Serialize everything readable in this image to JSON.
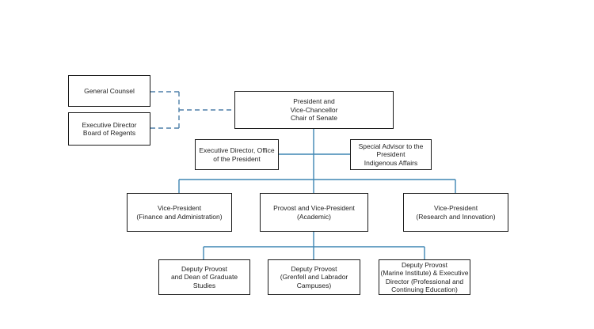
{
  "colors": {
    "solid_line": "#3f86b3",
    "dashed_line": "#4d7fa8",
    "box_border": "#1a1a1a",
    "text": "#222222"
  },
  "nodes": {
    "general_counsel": {
      "lines": [
        "General Counsel"
      ]
    },
    "exec_director_regents": {
      "lines": [
        "Executive Director",
        "Board of Regents"
      ]
    },
    "president": {
      "lines": [
        "President and",
        "Vice-Chancellor",
        "Chair of Senate"
      ]
    },
    "exec_director_office": {
      "lines": [
        "Executive Director, Office",
        "of the President"
      ]
    },
    "special_advisor": {
      "lines": [
        "Special Advisor to the",
        "President",
        "Indigenous Affairs"
      ]
    },
    "vp_finance": {
      "lines": [
        "Vice-President",
        "(Finance and Administration)"
      ]
    },
    "provost": {
      "lines": [
        "Provost and Vice-President",
        "(Academic)"
      ]
    },
    "vp_research": {
      "lines": [
        "Vice-President",
        "(Research and Innovation)"
      ]
    },
    "deputy_graduate": {
      "lines": [
        "Deputy Provost",
        "and Dean of Graduate",
        "Studies"
      ]
    },
    "deputy_grenfell": {
      "lines": [
        "Deputy Provost",
        "(Grenfell and Labrador",
        "Campuses)"
      ]
    },
    "deputy_marine": {
      "lines": [
        "Deputy Provost",
        "(Marine Institute) & Executive",
        "Director (Professional and",
        "Continuing Education)"
      ]
    }
  }
}
